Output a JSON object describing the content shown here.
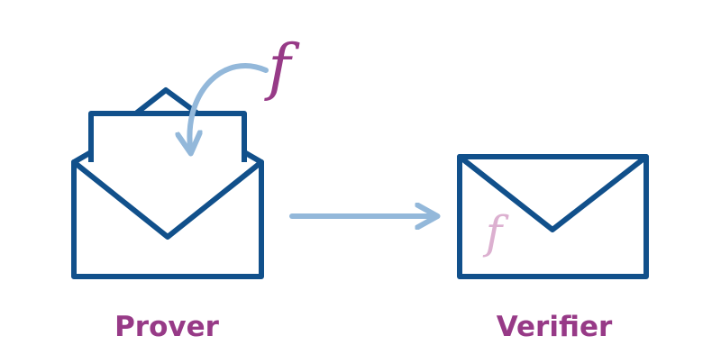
{
  "colors": {
    "envelope_stroke": "#11508b",
    "arrow": "#93b8da",
    "label": "#973a87",
    "function_symbol": "#973a87",
    "function_symbol_faded": "#dcb0d0"
  },
  "prover": {
    "label": "Prover",
    "envelope_state": "open",
    "symbol": "f"
  },
  "verifier": {
    "label": "Verifier",
    "envelope_state": "sealed",
    "symbol": "f"
  },
  "icons": [
    "open-envelope-icon",
    "sealed-envelope-icon",
    "curved-arrow-icon",
    "right-arrow-icon"
  ]
}
